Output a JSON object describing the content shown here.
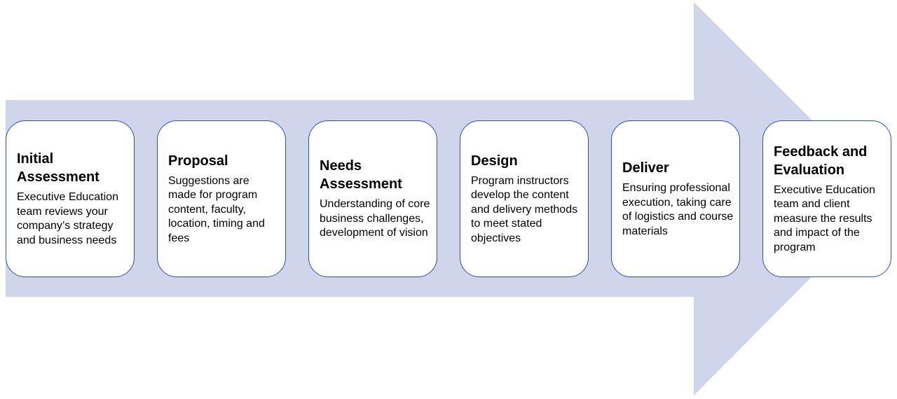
{
  "colors": {
    "arrow_fill": "#cfd5ea",
    "box_fill": "#ffffff",
    "box_border": "#2f4fb3",
    "text": "#000000"
  },
  "steps": [
    {
      "title": "Initial Assessment",
      "desc": "Executive Education team reviews your company’s strategy and business needs"
    },
    {
      "title": "Proposal",
      "desc": "Suggestions are made for program content, faculty, location, timing and fees"
    },
    {
      "title": "Needs Assessment",
      "desc": "Understanding of core business challenges, development of vision"
    },
    {
      "title": "Design",
      "desc": "Program instructors develop the content and delivery methods to meet stated objectives"
    },
    {
      "title": "Deliver",
      "desc": "Ensuring professional execution, taking care of logistics and course materials"
    },
    {
      "title": "Feedback and Evaluation",
      "desc": "Executive Education team and client measure the results and impact of the program"
    }
  ]
}
